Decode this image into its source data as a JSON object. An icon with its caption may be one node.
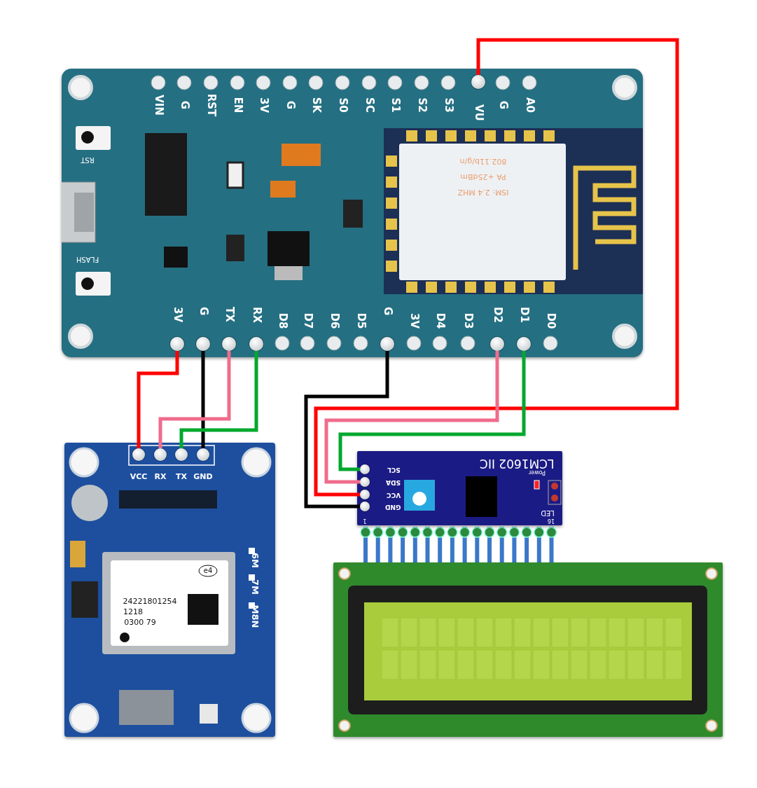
{
  "diagram": {
    "nodes": [
      {
        "text": [],
        "shape": "picture"
      },
      {
        "text": [
          "VU"
        ],
        "in": 0
      },
      {
        "text": [
          "3V"
        ],
        "in": 0
      },
      {
        "text": [
          "G"
        ],
        "in": 0
      },
      {
        "text": [
          "TX"
        ],
        "in": 0
      },
      {
        "text": [
          "RX"
        ],
        "in": 0
      },
      {
        "text": [
          "G"
        ],
        "in": 0
      },
      {
        "text": [
          "D2"
        ],
        "in": 0
      },
      {
        "text": [
          "D1"
        ],
        "in": 0
      },
      {
        "text": [],
        "shape": "picture"
      },
      {
        "text": [
          "VCC"
        ],
        "in": 9
      },
      {
        "text": [
          "RX"
        ],
        "in": 9
      },
      {
        "text": [
          "TX"
        ],
        "in": 9
      },
      {
        "text": [
          "GND"
        ],
        "in": 9
      },
      {
        "text": [
          "LCM1602 IIC"
        ]
      },
      {
        "text": [
          "SCL"
        ],
        "in": 14
      },
      {
        "text": [
          "SDA"
        ],
        "in": 14
      },
      {
        "text": [
          "VCC"
        ],
        "in": 14
      },
      {
        "text": [
          "GND"
        ],
        "in": 14
      },
      {
        "text": [],
        "shape": "picture"
      }
    ],
    "edges": [
      {
        "from": 1,
        "to": 17,
        "arrow": "none",
        "color": "#ff0000"
      },
      {
        "from": 2,
        "to": 10,
        "arrow": "none",
        "color": "#ff0000"
      },
      {
        "from": 3,
        "to": 13,
        "arrow": "none",
        "color": "#000000"
      },
      {
        "from": 4,
        "to": 11,
        "arrow": "none",
        "color": "#f06c8c"
      },
      {
        "from": 5,
        "to": 12,
        "arrow": "none",
        "color": "#00a82d"
      },
      {
        "from": 6,
        "to": 18,
        "arrow": "none",
        "color": "#000000"
      },
      {
        "from": 7,
        "to": 16,
        "arrow": "none",
        "color": "#f06c8c"
      },
      {
        "from": 8,
        "to": 15,
        "arrow": "none",
        "color": "#00a82d"
      }
    ],
    "labels": [
      "VIN",
      "G",
      "RST",
      "EN",
      "3V",
      "G",
      "SK",
      "S0",
      "SC",
      "S1",
      "S2",
      "S3",
      "G",
      "A0",
      "RST",
      "FLASH",
      "802.11b/g/n",
      "PA +25dBm",
      "ISM: 2.4 MHZ",
      "D8",
      "D7",
      "D6",
      "D5",
      "3V",
      "D4",
      "D3",
      "D0",
      "Power",
      "LED",
      "1",
      "16",
      "6M",
      "7M",
      "M8N",
      "e4",
      "24221801254",
      "1218",
      "0300 79"
    ]
  }
}
